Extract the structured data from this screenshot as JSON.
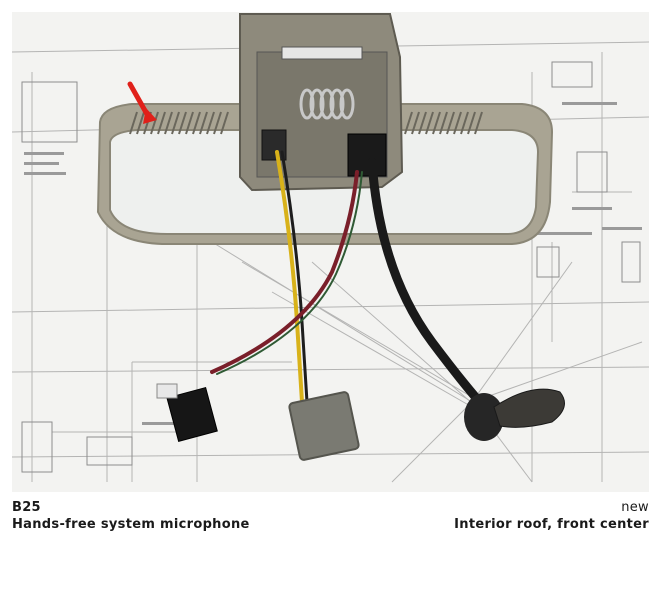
{
  "caption": {
    "component_code": "B25",
    "component_name": "Hands-free system microphone",
    "status": "new",
    "location": "Interior roof, front center"
  },
  "photo": {
    "depicts": "rear-view mirror with wiring harness over schematic",
    "marker_color": "#e0201a",
    "cable_colors": [
      "#d8b21a",
      "#1d1d1d",
      "#7a1f2a",
      "#2f5a34"
    ],
    "housing_color": "#a9a493"
  }
}
